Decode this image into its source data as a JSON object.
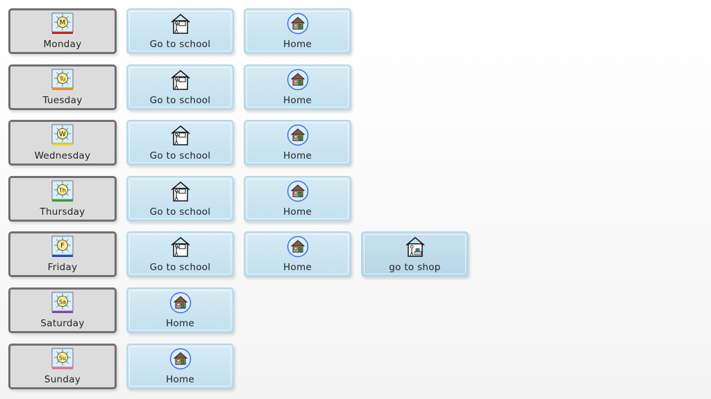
{
  "rows": [
    {
      "day": {
        "label": "Monday",
        "abbr": "M",
        "color": "#c0281c"
      },
      "activities": [
        {
          "label": "Go to school",
          "icon": "school-icon"
        },
        {
          "label": "Home",
          "icon": "home-icon"
        }
      ]
    },
    {
      "day": {
        "label": "Tuesday",
        "abbr": "Tu",
        "color": "#e8901c"
      },
      "activities": [
        {
          "label": "Go to school",
          "icon": "school-icon"
        },
        {
          "label": "Home",
          "icon": "home-icon"
        }
      ]
    },
    {
      "day": {
        "label": "Wednesday",
        "abbr": "W",
        "color": "#f0d81c"
      },
      "activities": [
        {
          "label": "Go to school",
          "icon": "school-icon"
        },
        {
          "label": "Home",
          "icon": "home-icon"
        }
      ]
    },
    {
      "day": {
        "label": "Thursday",
        "abbr": "Th",
        "color": "#30a030"
      },
      "activities": [
        {
          "label": "Go to school",
          "icon": "school-icon"
        },
        {
          "label": "Home",
          "icon": "home-icon"
        }
      ]
    },
    {
      "day": {
        "label": "Friday",
        "abbr": "F",
        "color": "#2050c0"
      },
      "activities": [
        {
          "label": "Go to school",
          "icon": "school-icon"
        },
        {
          "label": "Home",
          "icon": "home-icon"
        },
        {
          "label": "go to shop",
          "icon": "shop-icon"
        }
      ]
    },
    {
      "day": {
        "label": "Saturday",
        "abbr": "Sa",
        "color": "#9040b0"
      },
      "activities": [
        {
          "label": "Home",
          "icon": "home-icon"
        }
      ]
    },
    {
      "day": {
        "label": "Sunday",
        "abbr": "Su",
        "color": "#e070a0"
      },
      "activities": [
        {
          "label": "Home",
          "icon": "home-icon"
        }
      ]
    }
  ]
}
